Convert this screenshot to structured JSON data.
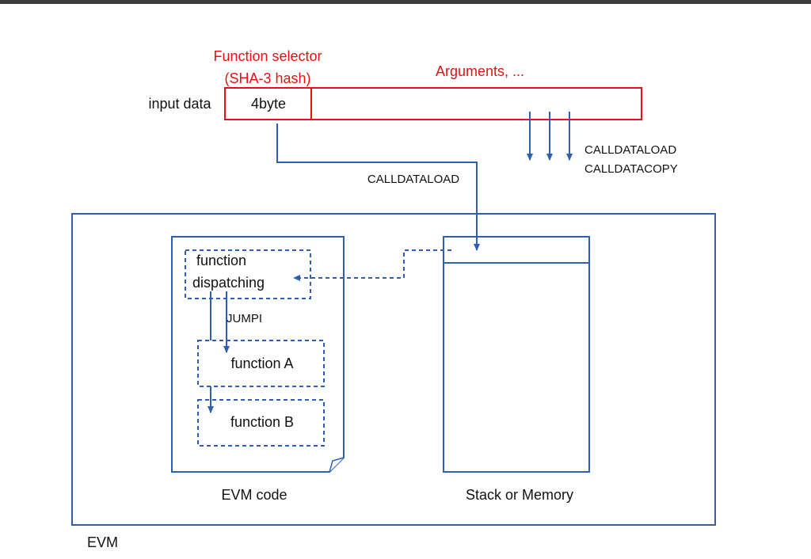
{
  "labels": {
    "function_selector_line1": "Function selector",
    "function_selector_line2": "(SHA-3 hash)",
    "arguments": "Arguments, ...",
    "input_data": "input data",
    "four_byte": "4byte",
    "calldataload_top": "CALLDATALOAD",
    "calldatacopy_top": "CALLDATACOPY",
    "calldataload_main": "CALLDATALOAD",
    "function_dispatching_line1": "function",
    "function_dispatching_line2": "dispatching",
    "jumpi": "JUMPI",
    "function_a": "function A",
    "function_b": "function B",
    "evm_code": "EVM code",
    "stack_or_memory": "Stack or Memory",
    "evm": "EVM"
  },
  "colors": {
    "red": "#e81010",
    "blue": "#2f5fb3",
    "text": "#111111"
  }
}
